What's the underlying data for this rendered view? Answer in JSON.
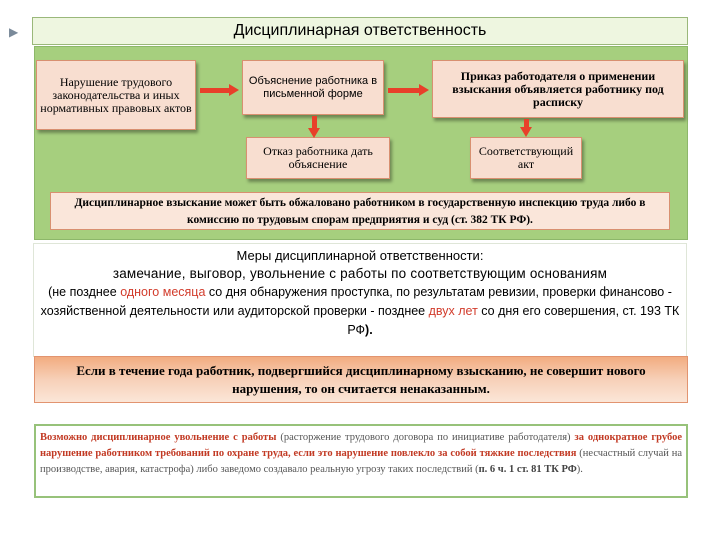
{
  "title": "Дисциплинарная ответственность",
  "boxes": {
    "violation": "Нарушение трудового законодательства и иных нормативных правовых актов",
    "explanation": "Объяснение работника в письменной форме",
    "order": "Приказ работодателя о применении взыскания объявляется работнику под расписку",
    "refusal": "Отказ работника дать объяснение",
    "act": "Соответствующий акт"
  },
  "appeal": "Дисциплинарное взыскание может быть обжаловано работником в государственную инспекцию труда либо в комиссию по трудовым спорам предприятия и суд (ст. 382 ТК РФ).",
  "measures": {
    "heading": "Меры дисциплинарной ответственности:",
    "list": "замечание,   выговор,   увольнение с работы по соответствующим основаниям",
    "p1": "(не позднее ",
    "p1_red": "одного месяца",
    "p2": " со дня обнаружения проступка, по результатам ревизии, проверки финансово - хозяйственной деятельности или аудиторской проверки - позднее ",
    "p2_red": "двух лет",
    "p3": " со дня его совершения,   ст. 193 ТК РФ",
    "p3_end": ")."
  },
  "rule": "Если в течение года работник, подвергшийся дисциплинарному взысканию, не совершит нового нарушения, то он считается ненаказанным.",
  "dismissal": {
    "s1": "Возможно дисциплинарное увольнение с работы",
    "s2": " (расторжение трудового договора по инициативе работодателя) ",
    "s3": "за однократное грубое нарушение работником требований по охране труда, если это нарушение повлекло за собой тяжкие последствия",
    "s4": " (несчастный случай на производстве, авария, катастрофа) либо заведомо создавало реальную угрозу таких последствий (",
    "s5": "п. 6 ч. 1 ст. 81 ТК РФ",
    "s6": ")."
  },
  "colors": {
    "green_panel": "#a6cf7e",
    "box_fill": "#f8ded0",
    "arrow": "#e8402a",
    "accent_red": "#d23c2c"
  }
}
